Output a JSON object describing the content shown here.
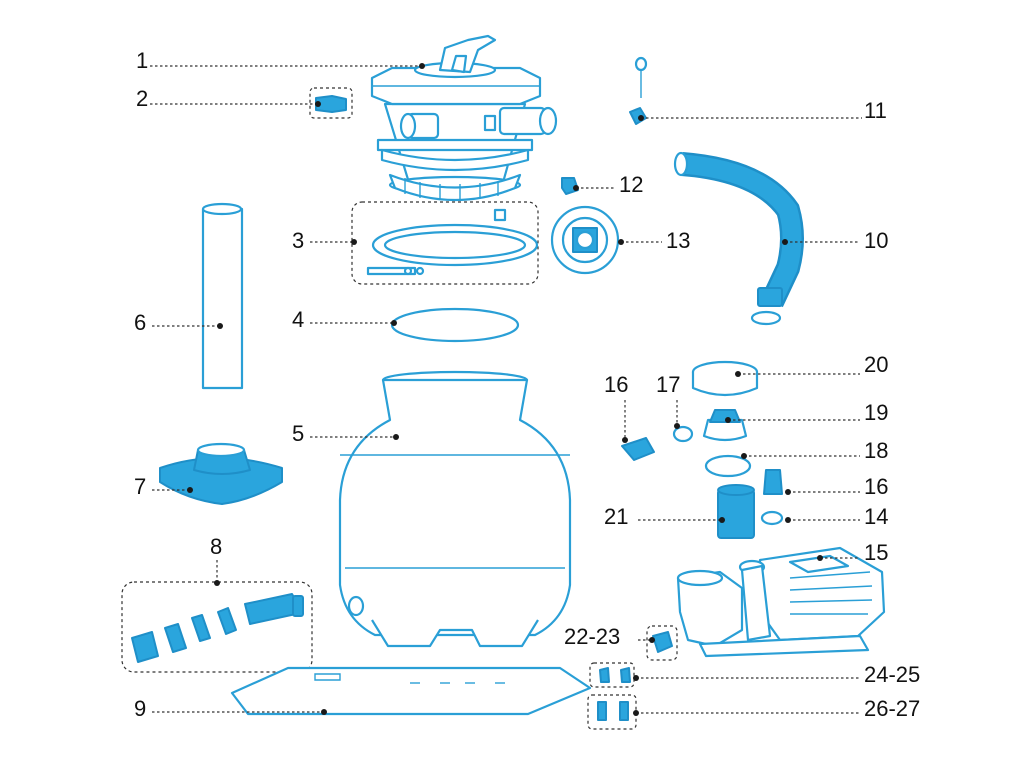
{
  "labels": {
    "p1": "1",
    "p2": "2",
    "p3": "3",
    "p4": "4",
    "p5": "5",
    "p6": "6",
    "p7": "7",
    "p8": "8",
    "p9": "9",
    "p10": "10",
    "p11": "11",
    "p12": "12",
    "p13": "13",
    "p14": "14",
    "p15": "15",
    "p16a": "16",
    "p16b": "16",
    "p17": "17",
    "p18": "18",
    "p19": "19",
    "p20": "20",
    "p21": "21",
    "p22_23": "22-23",
    "p24_25": "24-25",
    "p26_27": "26-27"
  },
  "colors": {
    "outline": "#2a9fd6",
    "fill": "#2aa5dd",
    "leader": "#333333"
  }
}
